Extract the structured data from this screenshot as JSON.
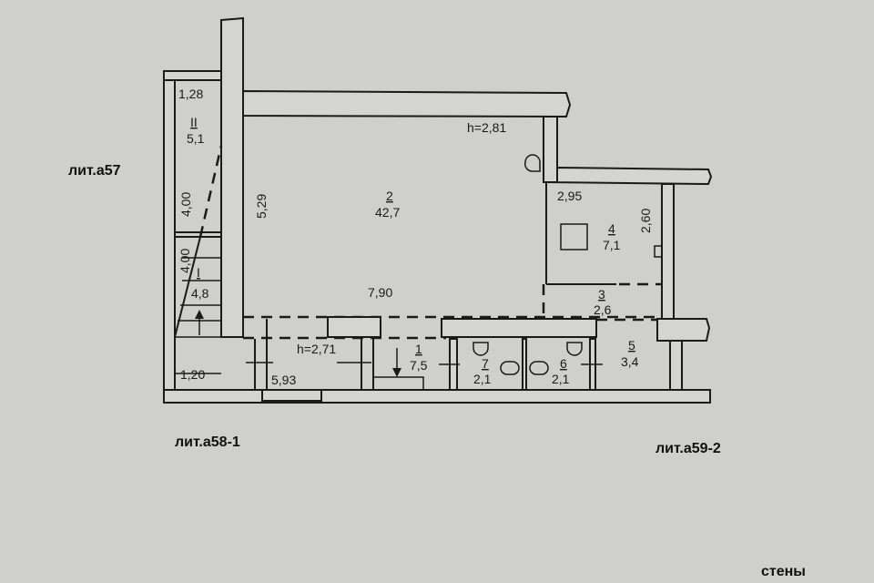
{
  "labels": {
    "lit_a57": "лит.а57",
    "lit_a58": "лит.а58-1",
    "lit_a59": "лит.а59-2",
    "walls": "стены"
  },
  "heights": {
    "main": "h=2,81",
    "corridor": "h=2,71"
  },
  "rooms": [
    {
      "number": "II",
      "area": "5,1"
    },
    {
      "number": "I",
      "area": "4,8"
    },
    {
      "number": "2",
      "area": "42,7"
    },
    {
      "number": "4",
      "area": "7,1"
    },
    {
      "number": "3",
      "area": "2,6"
    },
    {
      "number": "1",
      "area": "7,5"
    },
    {
      "number": "7",
      "area": "2,1"
    },
    {
      "number": "6",
      "area": "2,1"
    },
    {
      "number": "5",
      "area": "3,4"
    }
  ],
  "dimensions": {
    "stair_top_width": "1,28",
    "stair_upper_length": "4,00",
    "stair_lower_length": "4,00",
    "stair_bottom_width": "1,20",
    "room2_depth": "5,29",
    "room2_width": "7,90",
    "corridor_length": "5,93",
    "room4_width": "2,95",
    "room4_depth": "2,60"
  }
}
